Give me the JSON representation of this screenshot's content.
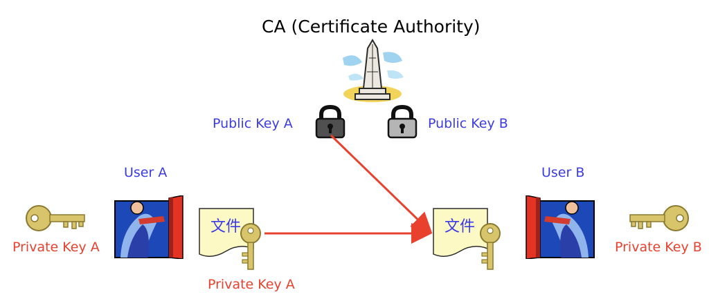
{
  "title": "CA (Certificate Authority)",
  "users": {
    "a": {
      "label": "User A"
    },
    "b": {
      "label": "User B"
    }
  },
  "public_keys": {
    "a": "Public Key A",
    "b": "Public Key B"
  },
  "private_keys": {
    "a": "Private Key A",
    "b": "Private Key B",
    "signing": "Private Key A"
  },
  "documents": {
    "left": "文件",
    "right": "文件"
  },
  "colors": {
    "blue_label": "#3b3be6",
    "red_label": "#e8412e",
    "arrow": "#e8412e",
    "document_fill": "#fdf9c4",
    "key_gold": "#d8c46a",
    "lock_dark": "#505050",
    "lock_light": "#b5b5b5"
  },
  "icons": [
    "ca-tower-icon",
    "padlock-icon",
    "key-icon",
    "document-icon",
    "user-at-door-icon"
  ]
}
